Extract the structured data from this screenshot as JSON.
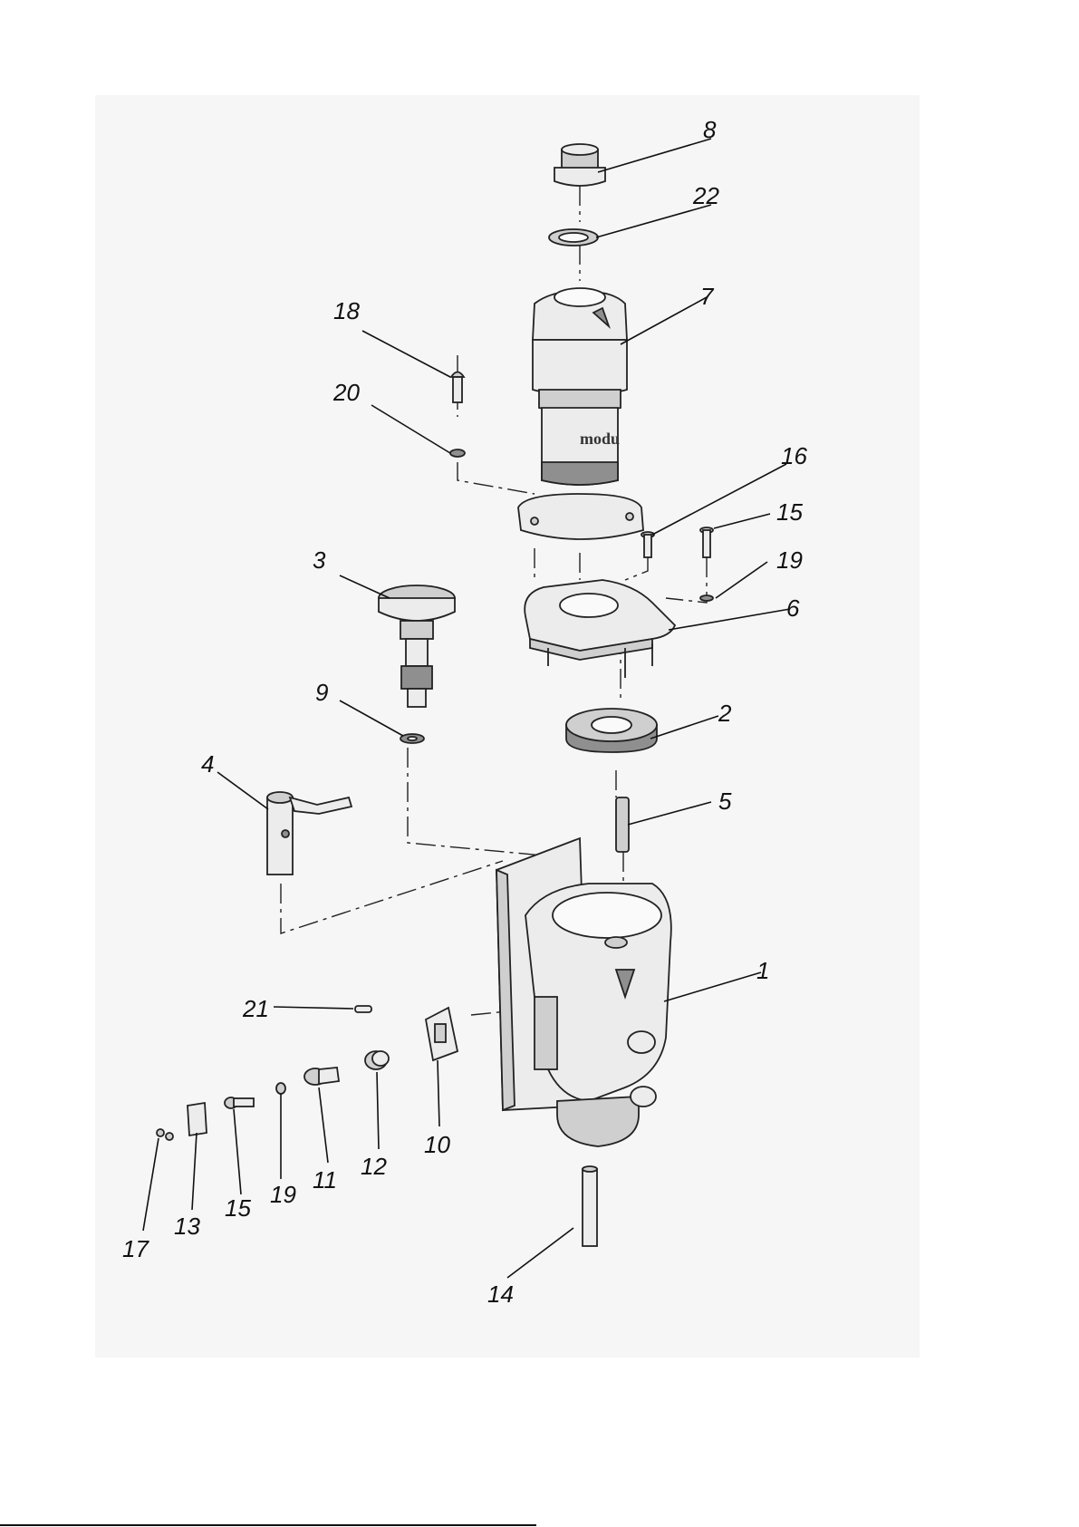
{
  "diagram": {
    "parts": [
      {
        "id": "1",
        "label": "1",
        "name": "housing"
      },
      {
        "id": "2",
        "label": "2",
        "name": "gear"
      },
      {
        "id": "3",
        "label": "3",
        "name": "pinion-shaft"
      },
      {
        "id": "4",
        "label": "4",
        "name": "shift-lever"
      },
      {
        "id": "5",
        "label": "5",
        "name": "key"
      },
      {
        "id": "6",
        "label": "6",
        "name": "cover-plate"
      },
      {
        "id": "7",
        "label": "7",
        "name": "motor"
      },
      {
        "id": "8",
        "label": "8",
        "name": "fitting"
      },
      {
        "id": "9",
        "label": "9",
        "name": "retaining-ring"
      },
      {
        "id": "10",
        "label": "10",
        "name": "bracket"
      },
      {
        "id": "11",
        "label": "11",
        "name": "bushing"
      },
      {
        "id": "12",
        "label": "12",
        "name": "spring"
      },
      {
        "id": "13",
        "label": "13",
        "name": "plate"
      },
      {
        "id": "14",
        "label": "14",
        "name": "spindle"
      },
      {
        "id": "15a",
        "label": "15",
        "name": "screw"
      },
      {
        "id": "15b",
        "label": "15",
        "name": "screw"
      },
      {
        "id": "16",
        "label": "16",
        "name": "screw"
      },
      {
        "id": "17",
        "label": "17",
        "name": "screws"
      },
      {
        "id": "18",
        "label": "18",
        "name": "bolt"
      },
      {
        "id": "19a",
        "label": "19",
        "name": "washer"
      },
      {
        "id": "19b",
        "label": "19",
        "name": "washer"
      },
      {
        "id": "20",
        "label": "20",
        "name": "washer"
      },
      {
        "id": "21",
        "label": "21",
        "name": "pin"
      },
      {
        "id": "22",
        "label": "22",
        "name": "seal-ring"
      }
    ],
    "motor_text": "modu"
  }
}
